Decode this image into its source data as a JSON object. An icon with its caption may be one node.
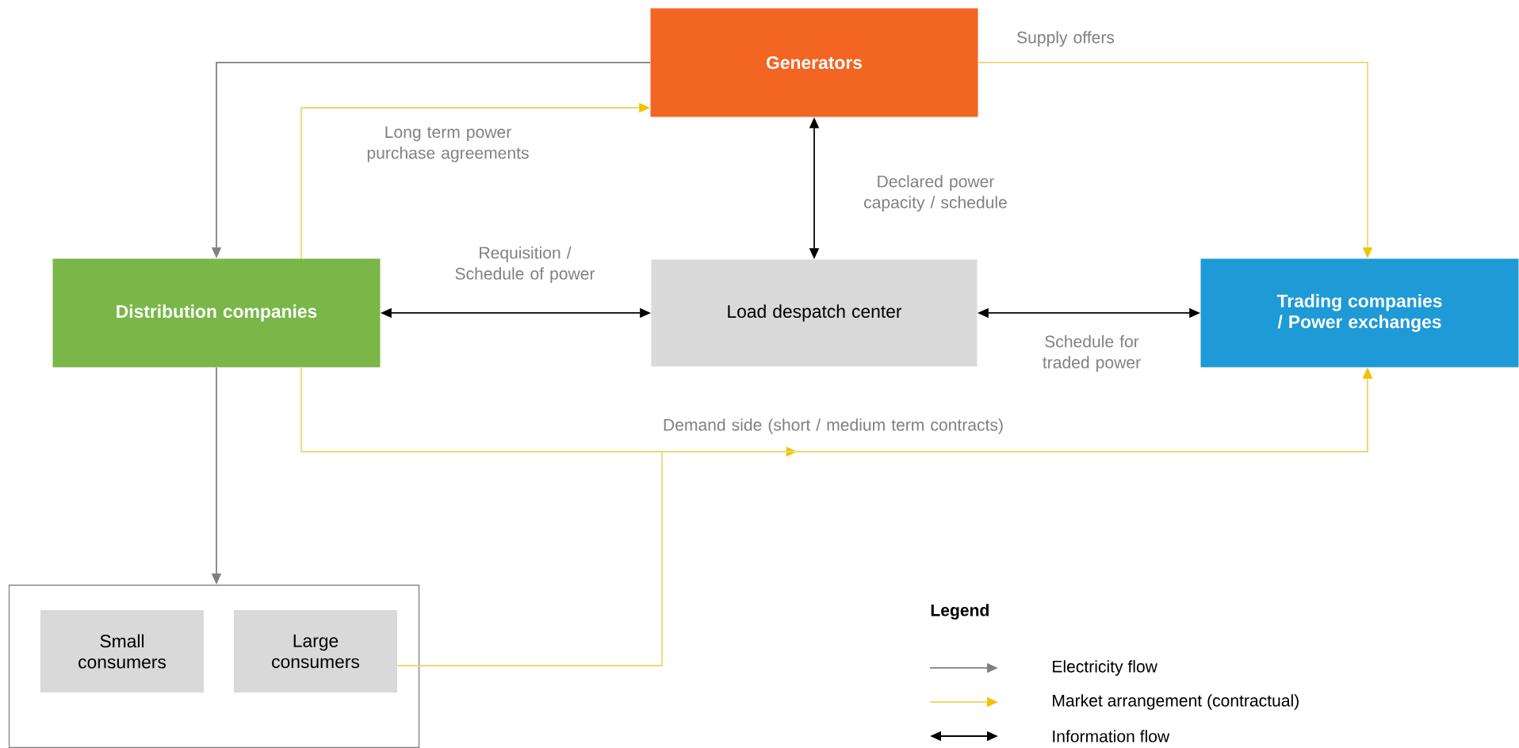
{
  "diagram": {
    "nodes": [
      {
        "text": [
          "Generators"
        ]
      },
      {
        "text": [
          "Distribution companies"
        ]
      },
      {
        "text": [
          "Load despatch center"
        ]
      },
      {
        "text": [
          "Trading companies / Power exchanges"
        ]
      },
      {
        "text": [],
        "shape": "box"
      },
      {
        "text": [
          "Small consumers"
        ],
        "in": 4
      },
      {
        "text": [
          "Large consumers"
        ],
        "in": 4
      }
    ],
    "edges": [
      {
        "from": 0,
        "to": 1,
        "arrow": "to",
        "color": "#808080"
      },
      {
        "from": 1,
        "to": 0,
        "arrow": "to",
        "label": "Long term power purchase agreements"
      },
      {
        "from": 0,
        "to": 2,
        "arrow": "both",
        "label": "Declared power capacity / schedule",
        "color": "#000000"
      },
      {
        "from": 1,
        "to": 2,
        "arrow": "both",
        "label": "Requisition / Schedule of power",
        "color": "#000000"
      },
      {
        "from": 2,
        "to": 3,
        "arrow": "both",
        "label": "Schedule for traded power",
        "color": "#000000"
      },
      {
        "from": 0,
        "to": 3,
        "arrow": "to",
        "label": "Supply offers"
      },
      {
        "from": 1,
        "to": 3,
        "arrow": "to",
        "label": "Demand side (short / medium term contracts)"
      },
      {
        "from": 6,
        "to": 3,
        "arrow": "to"
      },
      {
        "from": 1,
        "to": 4,
        "arrow": "to",
        "color": "#808080"
      }
    ],
    "labels": [
      "Legend"
    ],
    "legend": [
      {
        "text": "Electricity flow"
      },
      {
        "text": "Market arrangement (contractual)"
      },
      {
        "text": "Information flow"
      }
    ]
  }
}
